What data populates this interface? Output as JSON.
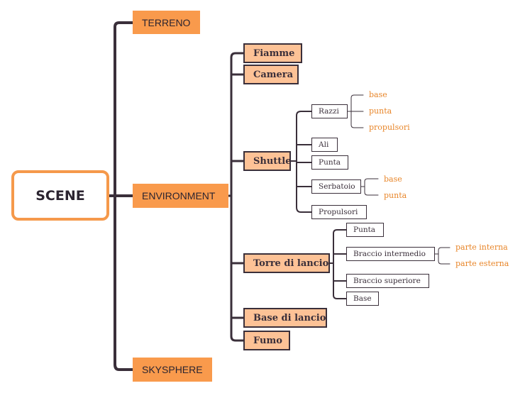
{
  "scene": "SCENE",
  "branches": {
    "terreno": "TERRENO",
    "environment": "ENVIRONMENT",
    "skysphere": "SKYSPHERE"
  },
  "environment": {
    "fiamme": "Fiamme",
    "camera": "Camera",
    "shuttle": "Shuttle",
    "torre": "Torre di lancio",
    "base_lancio": "Base di lancio",
    "fumo": "Fumo"
  },
  "shuttle": {
    "razzi": "Razzi",
    "ali": "Ali",
    "punta": "Punta",
    "serbatoio": "Serbatoio",
    "propulsori": "Propulsori"
  },
  "razzi": [
    "base",
    "punta",
    "propulsori"
  ],
  "serbatoio": [
    "base",
    "punta"
  ],
  "torre": {
    "punta": "Punta",
    "braccio_intermedio": "Braccio intermedio",
    "braccio_superiore": "Braccio superiore",
    "base": "Base"
  },
  "braccio_intermedio": [
    "parte interna",
    "parte esterna"
  ],
  "colors": {
    "root_border": "#f5994b",
    "level1_fill": "#f99a4c",
    "level2_fill": "#fdc296",
    "connector": "#3a2f3a",
    "leaf_text": "#e8862a"
  }
}
